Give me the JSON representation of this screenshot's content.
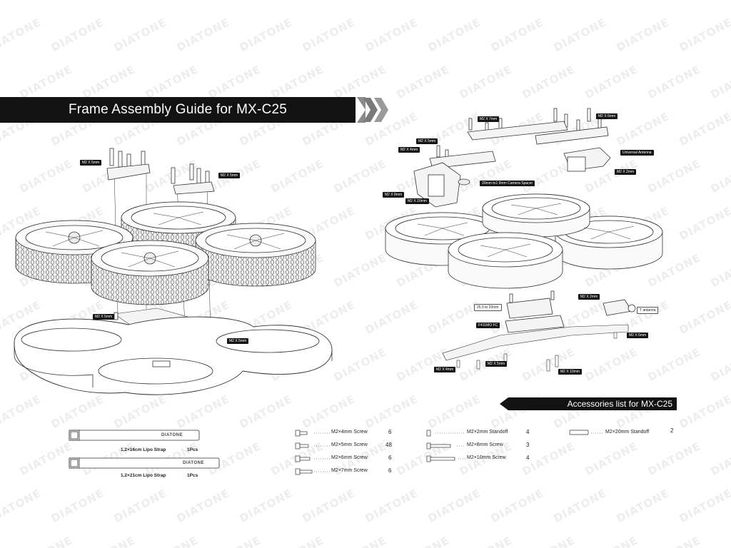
{
  "title": "Frame Assembly Guide for  MX-C25",
  "watermark": "DIATONE",
  "accessories_title": "Accessories list for MX-C25",
  "left_labels": {
    "top_left": "M2 X 5mm",
    "top_right": "M2 X 5mm",
    "lower_left": "M2 X 5mm",
    "lower_right": "M2 X 5mm"
  },
  "right_labels": {
    "top_center": "M2 X 7mm",
    "top_right": "M2 X 6mm",
    "l1": "M2 X 5mm",
    "l2": "M2 X 4mm",
    "antenna": "Universal Antenna",
    "m2x2": "M2 X 2mm",
    "spacer": "20mm to1 9mm Camera Spacer",
    "m2x8": "M2 X 8mm",
    "m2x20": "M2 X 20mm",
    "lower_top": "M2 X 2mm",
    "stack": "25.5 to 20mm",
    "fc": "F411MO FC",
    "tantenna": "T antanna",
    "m2x6b": "M2 X 6mm",
    "m2x4b": "M2 X 4mm",
    "m2x5b": "M2 X 5mm",
    "m2x10": "M2 X 10mm"
  },
  "straps": [
    {
      "caption": "1.2×16cm Lipo Strap",
      "qty": "1Pcs",
      "brand": "DIATONE"
    },
    {
      "caption": "1.2×21cm Lipo Strap",
      "qty": "1Pcs",
      "brand": "DIATONE"
    }
  ],
  "accessories": [
    {
      "name": "M2×4mm Screw",
      "qty": "6"
    },
    {
      "name": "M2×5mm Screw",
      "qty": "48"
    },
    {
      "name": "M2×6mm Screw",
      "qty": "6"
    },
    {
      "name": "M2×7mm Screw",
      "qty": "6"
    },
    {
      "name": "M2×2mm Standoff",
      "qty": "4"
    },
    {
      "name": "M2×8mm    Screw",
      "qty": "3"
    },
    {
      "name": "M2×10mm   Screw",
      "qty": "4"
    },
    {
      "name": "M2×20mm   Standoff",
      "qty": "2"
    }
  ],
  "colors": {
    "banner": "#121212",
    "line": "#333333",
    "fill": "#f4f4f4",
    "watermark": "#ededed"
  }
}
